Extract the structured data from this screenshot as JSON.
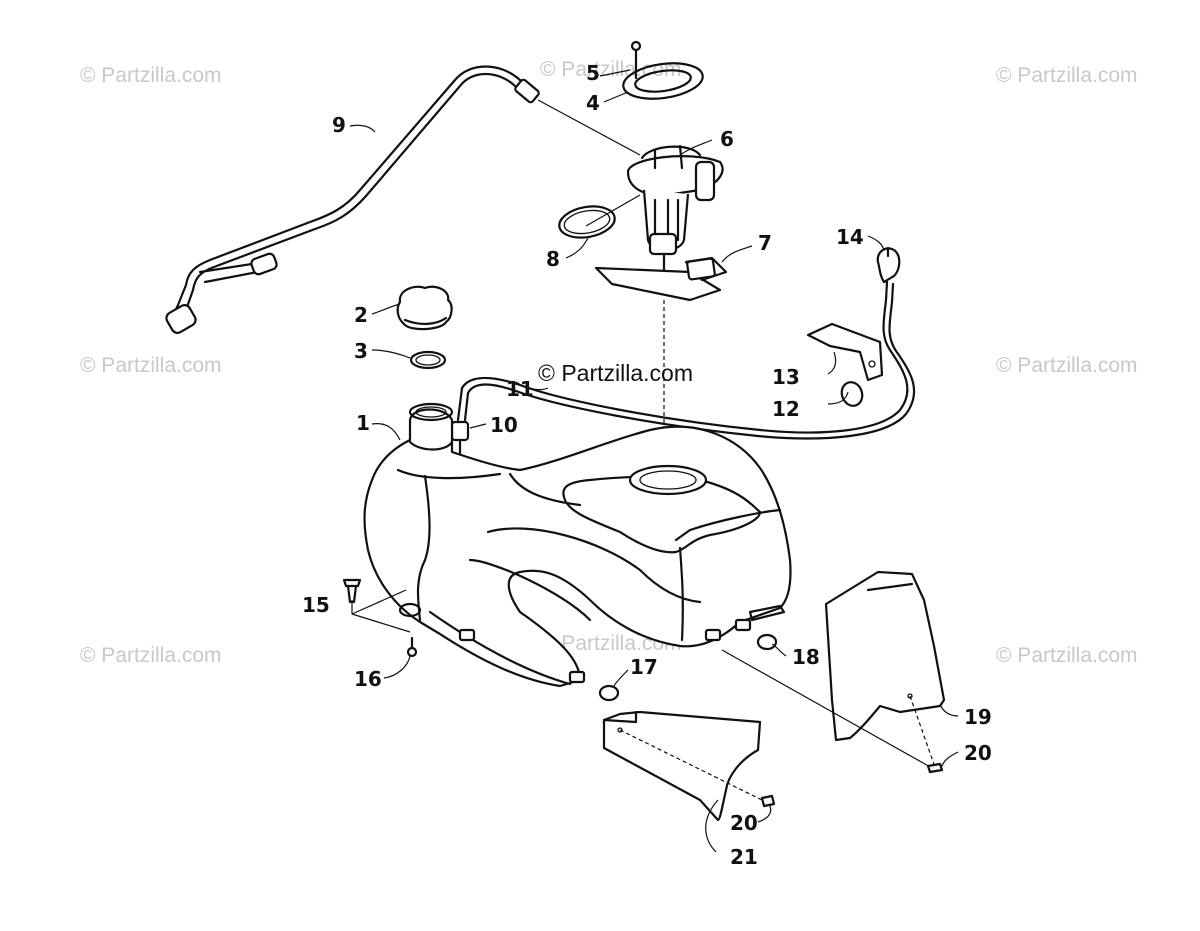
{
  "watermarks": {
    "repeat": "© Partzilla.com",
    "center": "© Partzilla.com"
  },
  "callouts": [
    "1",
    "2",
    "3",
    "4",
    "5",
    "6",
    "7",
    "8",
    "9",
    "10",
    "11",
    "12",
    "13",
    "14",
    "15",
    "16",
    "17",
    "18",
    "19",
    "20",
    "20",
    "21"
  ]
}
